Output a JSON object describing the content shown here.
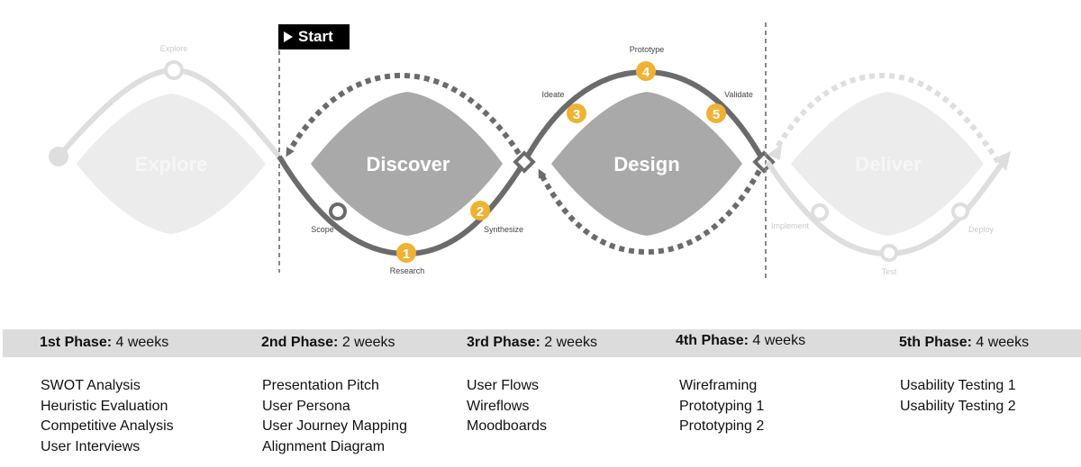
{
  "diagram": {
    "start_label": "Start",
    "stages": {
      "explore": "Explore",
      "discover": "Discover",
      "design": "Design",
      "deliver": "Deliver"
    },
    "steps": {
      "explore": "Explore",
      "scope": "Scope",
      "research": "Research",
      "synthesize": "Synthesize",
      "ideate": "Ideate",
      "prototype": "Prototype",
      "validate": "Validate",
      "implement": "Implement",
      "test": "Test",
      "deploy": "Deploy"
    },
    "numbers": [
      "1",
      "2",
      "3",
      "4",
      "5"
    ],
    "colors": {
      "accent": "#f0b233",
      "dark": "#6b6b6b",
      "shape": "#a9a9a9",
      "faded": "#dedede",
      "faded_shape": "#ececec"
    }
  },
  "phases": [
    {
      "title": "1st Phase:",
      "duration": "4 weeks",
      "items": [
        "SWOT Analysis",
        "Heuristic Evaluation",
        "Competitive Analysis",
        "User Interviews"
      ]
    },
    {
      "title": "2nd Phase:",
      "duration": "2 weeks",
      "items": [
        "Presentation Pitch",
        "User Persona",
        "User Journey Mapping",
        "Alignment Diagram"
      ]
    },
    {
      "title": "3rd Phase:",
      "duration": "2 weeks",
      "items": [
        "User Flows",
        "Wireflows",
        "Moodboards"
      ]
    },
    {
      "title": "4th Phase:",
      "duration": "4 weeks",
      "items": [
        "Wireframing",
        "Prototyping 1",
        "Prototyping 2"
      ]
    },
    {
      "title": "5th Phase:",
      "duration": "4 weeks",
      "items": [
        "Usability Testing 1",
        "Usability Testing 2"
      ]
    }
  ]
}
